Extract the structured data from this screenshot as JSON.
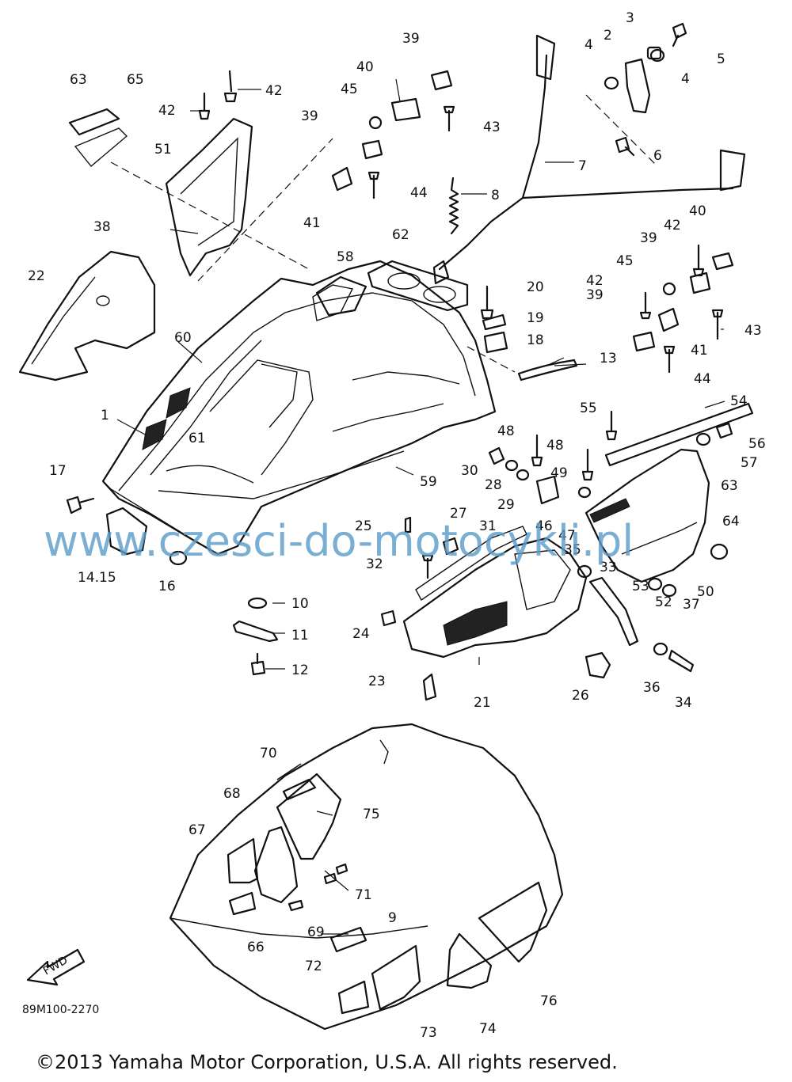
{
  "watermark": "www.czesci-do-motocykli.pl",
  "diagram_code": "89M100-2270",
  "fwd_label": "FWD",
  "copyright": "©2013 Yamaha Motor Corporation, U.S.A. All rights reserved.",
  "part_labels": {
    "p1": "1",
    "p2": "2",
    "p3": "3",
    "p4a": "4",
    "p4b": "4",
    "p5": "5",
    "p6": "6",
    "p7": "7",
    "p8": "8",
    "p9": "9",
    "p10": "10",
    "p11": "11",
    "p12": "12",
    "p13": "13",
    "p1415": "14.15",
    "p16": "16",
    "p17": "17",
    "p18": "18",
    "p19": "19",
    "p20": "20",
    "p21": "21",
    "p22": "22",
    "p23": "23",
    "p24": "24",
    "p25": "25",
    "p26": "26",
    "p27": "27",
    "p28": "28",
    "p29": "29",
    "p30": "30",
    "p31": "31",
    "p32": "32",
    "p33": "33",
    "p34": "34",
    "p35": "35",
    "p36": "36",
    "p37": "37",
    "p38": "38",
    "p39a": "39",
    "p39b": "39",
    "p39c": "39",
    "p39d": "39",
    "p40a": "40",
    "p40b": "40",
    "p41a": "41",
    "p41b": "41",
    "p42a": "42",
    "p42b": "42",
    "p42c": "42",
    "p42d": "42",
    "p43a": "43",
    "p43b": "43",
    "p44a": "44",
    "p44b": "44",
    "p45a": "45",
    "p45b": "45",
    "p46": "46",
    "p47": "47",
    "p48a": "48",
    "p48b": "48",
    "p49": "49",
    "p50": "50",
    "p51": "51",
    "p52": "52",
    "p53": "53",
    "p54": "54",
    "p55": "55",
    "p56": "56",
    "p57": "57",
    "p58": "58",
    "p59": "59",
    "p60": "60",
    "p61": "61",
    "p62": "62",
    "p63a": "63",
    "p63b": "63",
    "p64": "64",
    "p65": "65",
    "p66": "66",
    "p67": "67",
    "p68": "68",
    "p69": "69",
    "p70": "70",
    "p71": "71",
    "p72": "72",
    "p73": "73",
    "p74": "74",
    "p75": "75",
    "p76": "76"
  }
}
